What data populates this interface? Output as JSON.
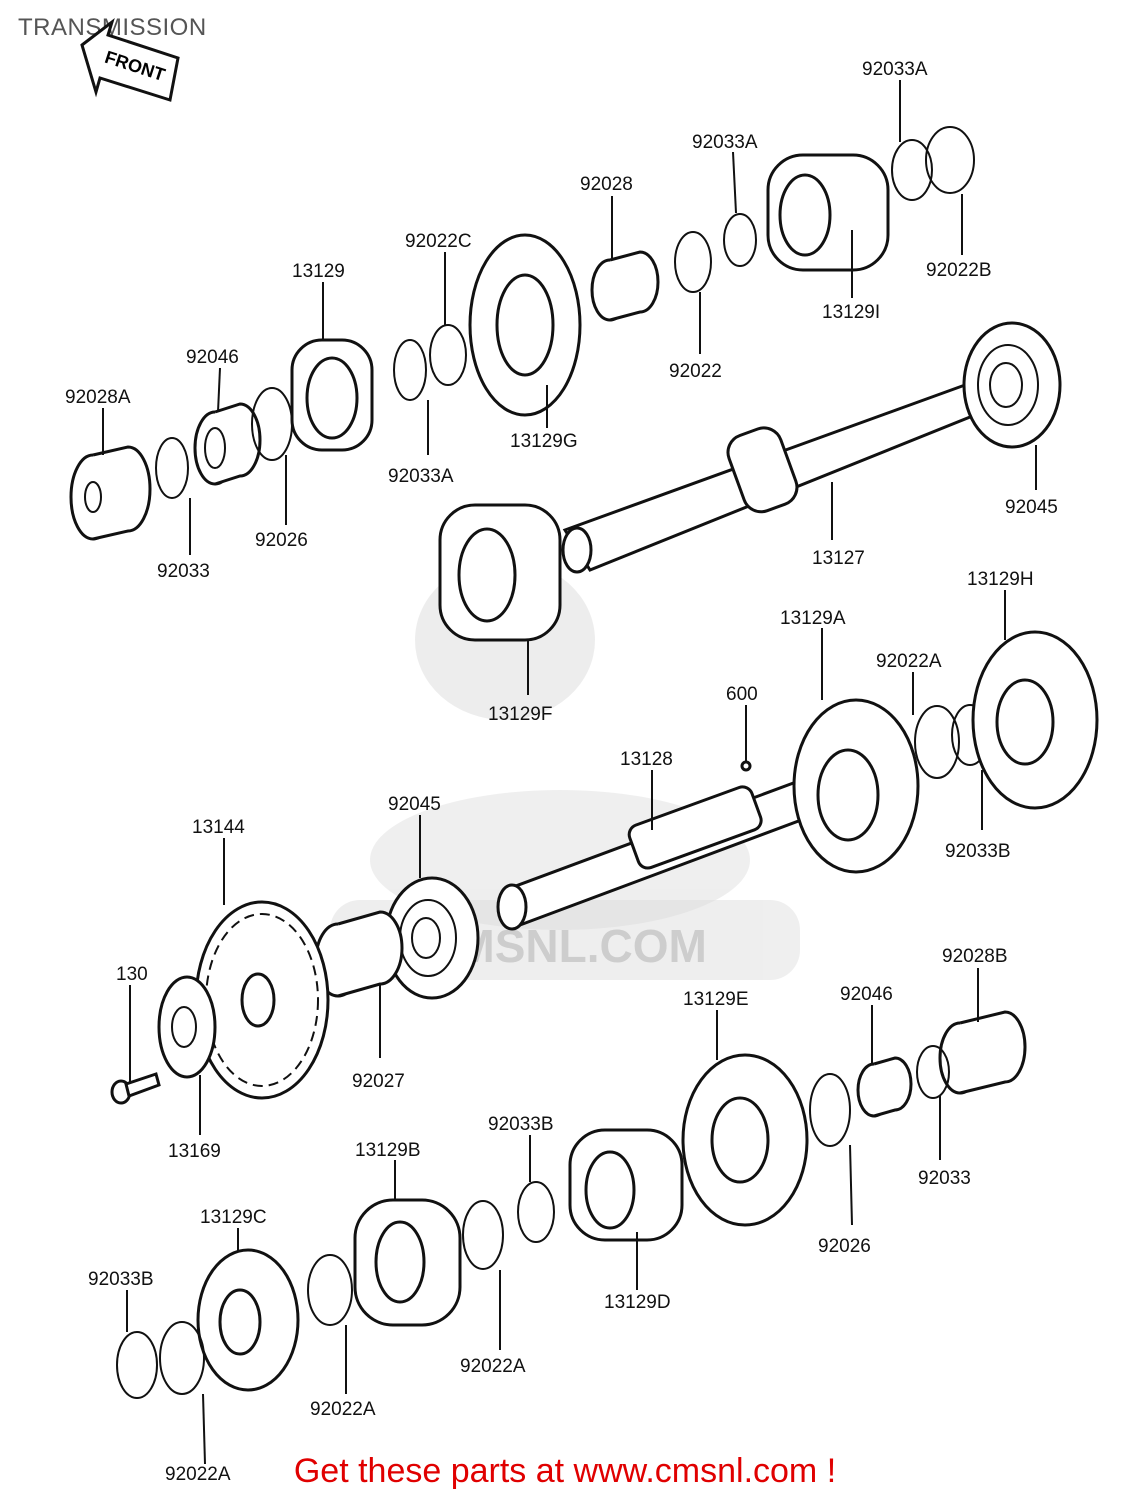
{
  "page": {
    "title": "TRANSMISSION",
    "promo": "Get these parts at www.cmsnl.com !"
  },
  "front_arrow": {
    "label": "FRONT"
  },
  "watermark": {
    "text": "CMSNL.COM"
  },
  "parts": [
    {
      "id": "92033A_top",
      "label": "92033A"
    },
    {
      "id": "92033A_mid",
      "label": "92033A"
    },
    {
      "id": "92028",
      "label": "92028"
    },
    {
      "id": "92022C",
      "label": "92022C"
    },
    {
      "id": "13129",
      "label": "13129"
    },
    {
      "id": "92046_top",
      "label": "92046"
    },
    {
      "id": "92028A",
      "label": "92028A"
    },
    {
      "id": "92022B",
      "label": "92022B"
    },
    {
      "id": "13129I",
      "label": "13129I"
    },
    {
      "id": "92022",
      "label": "92022"
    },
    {
      "id": "13129G",
      "label": "13129G"
    },
    {
      "id": "92033A_low",
      "label": "92033A"
    },
    {
      "id": "92026_top",
      "label": "92026"
    },
    {
      "id": "92033_top",
      "label": "92033"
    },
    {
      "id": "92045_top",
      "label": "92045"
    },
    {
      "id": "13127",
      "label": "13127"
    },
    {
      "id": "13129H",
      "label": "13129H"
    },
    {
      "id": "13129A",
      "label": "13129A"
    },
    {
      "id": "92022A_right",
      "label": "92022A"
    },
    {
      "id": "600",
      "label": "600"
    },
    {
      "id": "13129F",
      "label": "13129F"
    },
    {
      "id": "13128",
      "label": "13128"
    },
    {
      "id": "92033B_right",
      "label": "92033B"
    },
    {
      "id": "92045_mid",
      "label": "92045"
    },
    {
      "id": "13144",
      "label": "13144"
    },
    {
      "id": "130",
      "label": "130"
    },
    {
      "id": "92027",
      "label": "92027"
    },
    {
      "id": "13169",
      "label": "13169"
    },
    {
      "id": "92028B",
      "label": "92028B"
    },
    {
      "id": "92046_low",
      "label": "92046"
    },
    {
      "id": "13129E",
      "label": "13129E"
    },
    {
      "id": "92033_low",
      "label": "92033"
    },
    {
      "id": "92026_low",
      "label": "92026"
    },
    {
      "id": "92033B_mid",
      "label": "92033B"
    },
    {
      "id": "13129B",
      "label": "13129B"
    },
    {
      "id": "13129D",
      "label": "13129D"
    },
    {
      "id": "13129C",
      "label": "13129C"
    },
    {
      "id": "92033B_left",
      "label": "92033B"
    },
    {
      "id": "92022A_mid",
      "label": "92022A"
    },
    {
      "id": "92022A_left",
      "label": "92022A"
    },
    {
      "id": "92022A_bottom",
      "label": "92022A"
    }
  ]
}
